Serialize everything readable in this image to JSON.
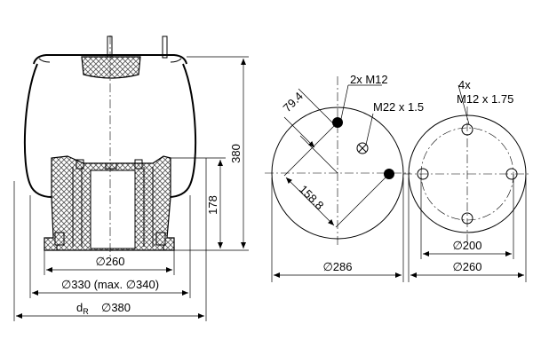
{
  "colors": {
    "ink": "#000000",
    "paper": "#ffffff",
    "hatch": "#555555"
  },
  "side_view": {
    "height_total": "380",
    "height_piston": "178",
    "dia_piston": "∅260",
    "dia_plate": "∅330 (max. ∅340)",
    "dia_effective_prefix": "d",
    "dia_effective_sub": "R",
    "dia_effective_value": "∅380"
  },
  "top_plate_view": {
    "callout_bolts": "2x M12",
    "callout_air": "M22 x 1.5",
    "dim_offset": "79.4",
    "dim_spacing": "158.8",
    "dia_outer": "∅286"
  },
  "bottom_plate_view": {
    "callout_count": "4x",
    "callout_thread": "M12 x 1.75",
    "dia_bolt_circle": "∅200",
    "dia_outer": "∅260"
  }
}
